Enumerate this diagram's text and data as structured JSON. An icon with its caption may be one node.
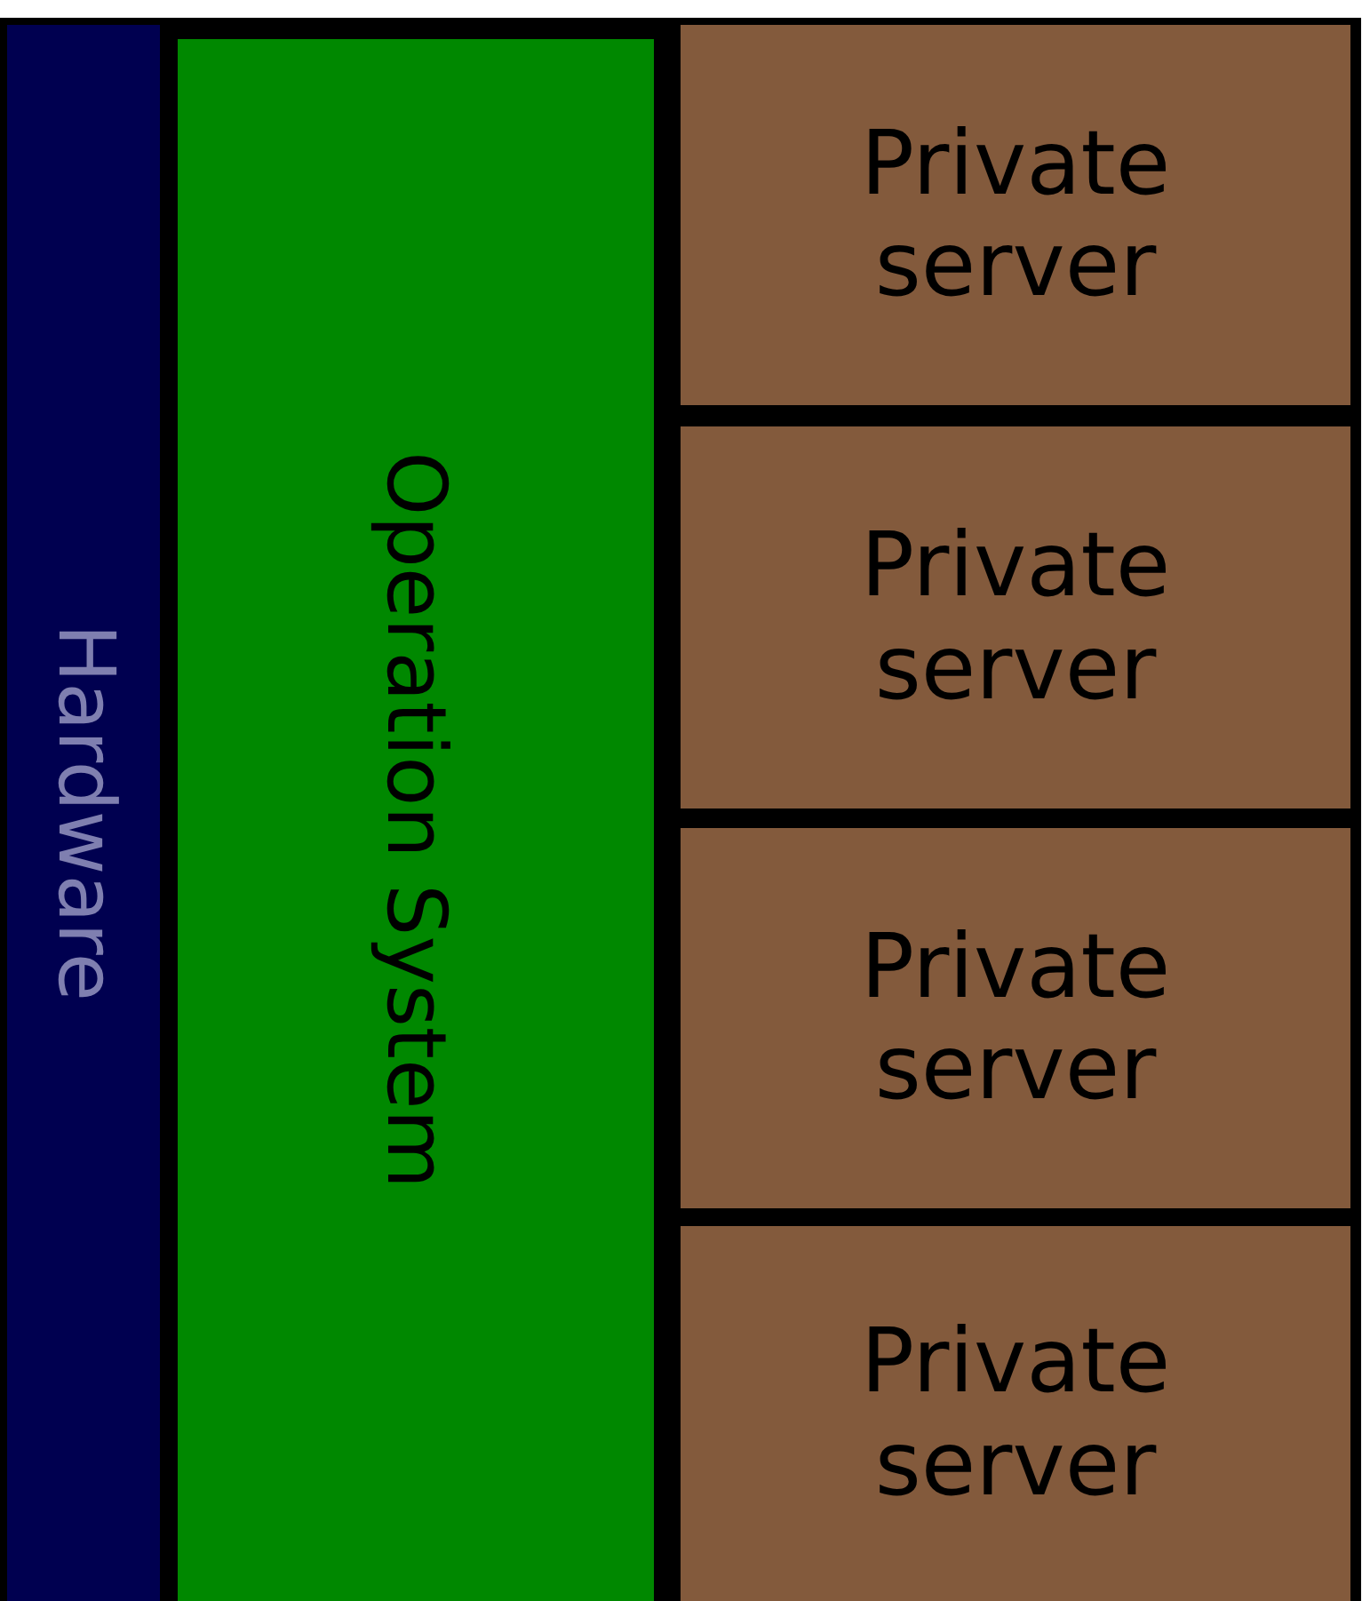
{
  "diagram": {
    "nodes": [
      {
        "text": [
          "Hardware"
        ]
      },
      {
        "text": [
          "Operation System"
        ]
      },
      {
        "text": [
          "Private server"
        ]
      },
      {
        "text": [
          "Private server"
        ]
      },
      {
        "text": [
          "Private server"
        ]
      },
      {
        "text": [
          "Private server"
        ]
      }
    ]
  }
}
